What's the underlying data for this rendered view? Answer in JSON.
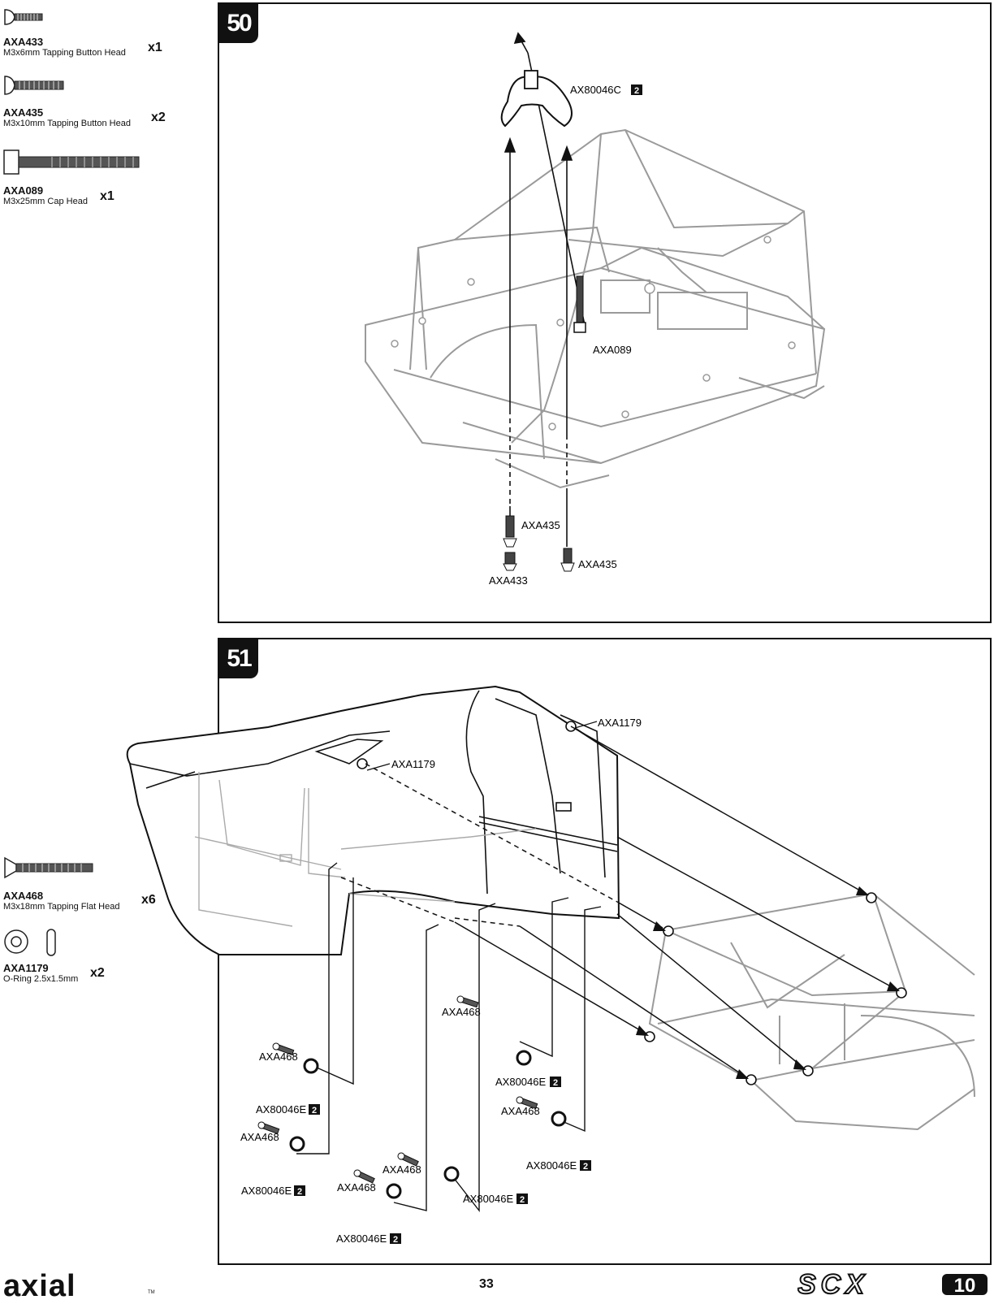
{
  "parts_step50": [
    {
      "code": "AXA433",
      "desc": "M3x6mm Tapping Button Head",
      "qty": "x1"
    },
    {
      "code": "AXA435",
      "desc": "M3x10mm Tapping Button Head",
      "qty": "x2"
    },
    {
      "code": "AXA089",
      "desc": "M3x25mm Cap Head",
      "qty": "x1"
    }
  ],
  "parts_step51": [
    {
      "code": "AXA468",
      "desc": "M3x18mm Tapping Flat Head",
      "qty": "x6"
    },
    {
      "code": "AXA1179",
      "desc": "O-Ring 2.5x1.5mm",
      "qty": "x2"
    }
  ],
  "step50": {
    "number": "50",
    "labels": {
      "ax80046c": "AX80046C",
      "ax80046c_tag": "2",
      "axa089": "AXA089",
      "axa435_a": "AXA435",
      "axa435_b": "AXA435",
      "axa433": "AXA433"
    }
  },
  "step51": {
    "number": "51",
    "labels": {
      "axa1179_a": "AXA1179",
      "axa1179_b": "AXA1179",
      "axa468_1": "AXA468",
      "axa468_2": "AXA468",
      "axa468_3": "AXA468",
      "axa468_4": "AXA468",
      "axa468_5": "AXA468",
      "axa468_6": "AXA468",
      "ax80046e_1": "AX80046E",
      "ax80046e_2": "AX80046E",
      "ax80046e_3": "AX80046E",
      "ax80046e_4": "AX80046E",
      "ax80046e_5": "AX80046E",
      "ax80046e_6": "AX80046E",
      "tag": "2"
    }
  },
  "footer": {
    "page": "33",
    "brand": "axial",
    "tm": "TM",
    "model": "SCX",
    "model_num": "10"
  }
}
